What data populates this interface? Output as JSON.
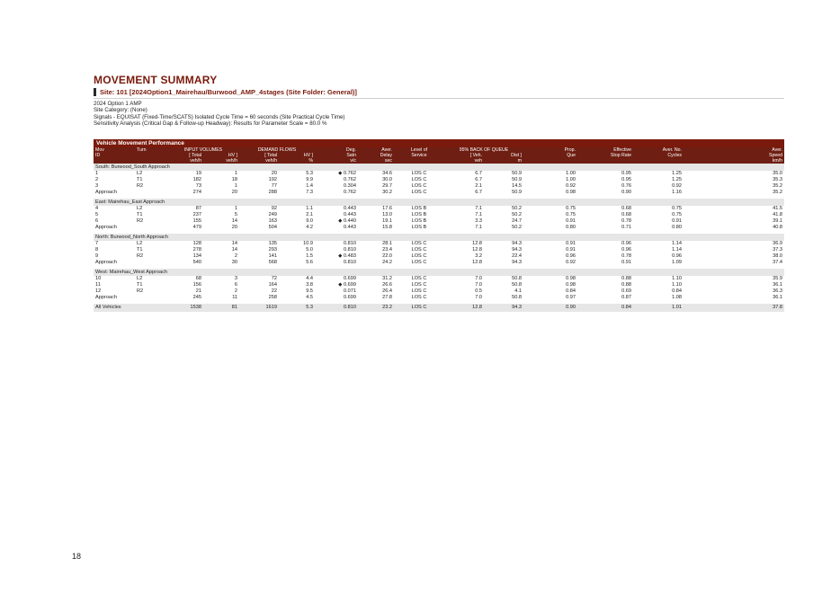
{
  "title": "MOVEMENT SUMMARY",
  "site_line": "Site: 101 [2024Option1_Mairehau/Burwood_AMP_4stages (Site Folder: General)]",
  "info": [
    "2024 Option 1 AMP",
    "Site Category: (None)",
    "Signals - EQUISAT (Fixed-Time/SCATS) Isolated    Cycle Time = 60 seconds (Site Practical Cycle Time)",
    "Sensitivity Analysis (Critical Gap & Follow-up Headway): Results for Parameter Scale = 80.0 %"
  ],
  "table_title": "Vehicle Movement Performance",
  "header": {
    "r1": [
      "Mov",
      "Turn",
      "INPUT VOLUMES",
      "DEMAND FLOWS",
      "Deg.",
      "Aver.",
      "Level of",
      "95% BACK OF QUEUE",
      "Prop.",
      "Effective",
      "Aver. No.",
      "Aver."
    ],
    "r2": [
      "ID",
      "",
      "[ Total",
      "HV ]",
      "[ Total",
      "HV ]",
      "Satn",
      "Delay",
      "Service",
      "[ Veh.",
      "Dist ]",
      "Que",
      "Stop Rate",
      "Cycles",
      "Speed"
    ],
    "r3": [
      "",
      "",
      "veh/h",
      "veh/h",
      "veh/h",
      "%",
      "v/c",
      "sec",
      "",
      "veh",
      "m",
      "",
      "",
      "",
      "km/h"
    ]
  },
  "sections": [
    {
      "name": "South: Burwood_South Approach",
      "rows": [
        [
          "1",
          "L2",
          "19",
          "1",
          "20",
          "5.3",
          "◆ 0.762",
          "34.6",
          "LOS C",
          "6.7",
          "50.9",
          "1.00",
          "0.95",
          "1.25",
          "35.0"
        ],
        [
          "2",
          "T1",
          "182",
          "18",
          "192",
          "9.9",
          "0.762",
          "30.0",
          "LOS C",
          "6.7",
          "50.9",
          "1.00",
          "0.95",
          "1.25",
          "35.3"
        ],
        [
          "3",
          "R2",
          "73",
          "1",
          "77",
          "1.4",
          "0.304",
          "29.7",
          "LOS C",
          "2.1",
          "14.5",
          "0.92",
          "0.76",
          "0.92",
          "35.2"
        ]
      ],
      "approach": [
        "Approach",
        "",
        "274",
        "20",
        "288",
        "7.3",
        "0.762",
        "30.2",
        "LOS C",
        "6.7",
        "50.9",
        "0.98",
        "0.90",
        "1.16",
        "35.2"
      ]
    },
    {
      "name": "East: Mairehau_East Approach",
      "rows": [
        [
          "4",
          "L2",
          "87",
          "1",
          "92",
          "1.1",
          "0.443",
          "17.6",
          "LOS B",
          "7.1",
          "50.2",
          "0.75",
          "0.68",
          "0.75",
          "41.5"
        ],
        [
          "5",
          "T1",
          "237",
          "5",
          "249",
          "2.1",
          "0.443",
          "13.0",
          "LOS B",
          "7.1",
          "50.2",
          "0.75",
          "0.68",
          "0.75",
          "41.8"
        ],
        [
          "6",
          "R2",
          "155",
          "14",
          "163",
          "9.0",
          "◆ 0.440",
          "19.1",
          "LOS B",
          "3.3",
          "24.7",
          "0.91",
          "0.78",
          "0.91",
          "39.1"
        ]
      ],
      "approach": [
        "Approach",
        "",
        "479",
        "20",
        "504",
        "4.2",
        "0.443",
        "15.8",
        "LOS B",
        "7.1",
        "50.2",
        "0.80",
        "0.71",
        "0.80",
        "40.8"
      ]
    },
    {
      "name": "North: Burwood_North Approach",
      "rows": [
        [
          "7",
          "L2",
          "128",
          "14",
          "135",
          "10.9",
          "0.810",
          "28.1",
          "LOS C",
          "12.8",
          "94.3",
          "0.91",
          "0.96",
          "1.14",
          "36.9"
        ],
        [
          "8",
          "T1",
          "278",
          "14",
          "293",
          "5.0",
          "0.810",
          "23.4",
          "LOS C",
          "12.8",
          "94.3",
          "0.91",
          "0.96",
          "1.14",
          "37.3"
        ],
        [
          "9",
          "R2",
          "134",
          "2",
          "141",
          "1.5",
          "◆ 0.483",
          "22.0",
          "LOS C",
          "3.2",
          "22.4",
          "0.96",
          "0.78",
          "0.96",
          "38.0"
        ]
      ],
      "approach": [
        "Approach",
        "",
        "540",
        "30",
        "568",
        "5.6",
        "0.810",
        "24.2",
        "LOS C",
        "12.8",
        "94.3",
        "0.92",
        "0.91",
        "1.09",
        "37.4"
      ]
    },
    {
      "name": "West: Mairehau_West Approach",
      "rows": [
        [
          "10",
          "L2",
          "68",
          "3",
          "72",
          "4.4",
          "0.699",
          "31.2",
          "LOS C",
          "7.0",
          "50.8",
          "0.98",
          "0.88",
          "1.10",
          "35.9"
        ],
        [
          "11",
          "T1",
          "156",
          "6",
          "164",
          "3.8",
          "◆ 0.699",
          "26.6",
          "LOS C",
          "7.0",
          "50.8",
          "0.98",
          "0.88",
          "1.10",
          "36.1"
        ],
        [
          "12",
          "R2",
          "21",
          "2",
          "22",
          "9.5",
          "0.071",
          "26.4",
          "LOS C",
          "0.5",
          "4.1",
          "0.84",
          "0.69",
          "0.84",
          "36.3"
        ]
      ],
      "approach": [
        "Approach",
        "",
        "245",
        "11",
        "258",
        "4.5",
        "0.699",
        "27.8",
        "LOS C",
        "7.0",
        "50.8",
        "0.97",
        "0.87",
        "1.08",
        "36.1"
      ]
    }
  ],
  "all_vehicles": [
    "All Vehicles",
    "",
    "1538",
    "81",
    "1619",
    "5.3",
    "0.810",
    "23.2",
    "LOS C",
    "12.8",
    "94.3",
    "0.90",
    "0.84",
    "1.01",
    "37.8"
  ],
  "page_number": "18"
}
